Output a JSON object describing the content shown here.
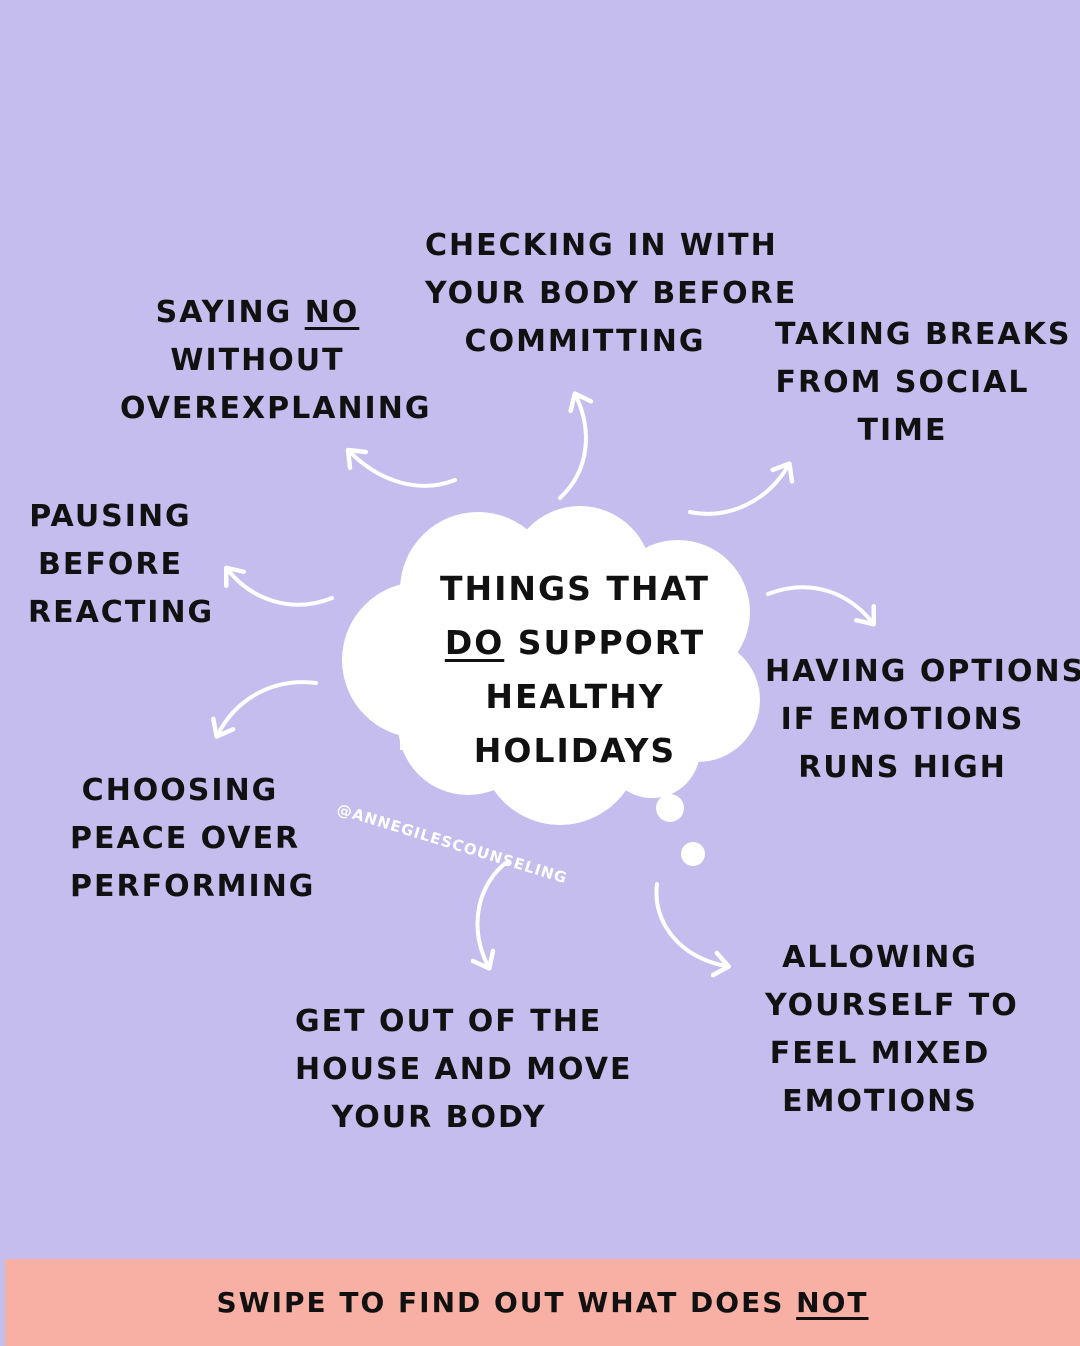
{
  "center": {
    "line1": "THINGS THAT",
    "line2_underlined": "DO",
    "line2_rest": " SUPPORT",
    "line3": "HEALTHY",
    "line4": "HOLIDAYS"
  },
  "handle": "@ANNEGILESCOUNSELING",
  "items": {
    "checking": [
      "CHECKING IN WITH",
      "YOUR BODY BEFORE",
      "COMMITTING"
    ],
    "saying_no": {
      "pre": "SAYING ",
      "underlined": "NO",
      "line2": "WITHOUT",
      "line3": "OVEREXPLANING"
    },
    "taking_breaks": [
      "TAKING BREAKS",
      "FROM SOCIAL",
      "TIME"
    ],
    "pausing": [
      "PAUSING",
      "BEFORE",
      "REACTING"
    ],
    "having_options": [
      "HAVING OPTIONS",
      "IF EMOTIONS",
      "RUNS HIGH"
    ],
    "choosing_peace": [
      "CHOOSING",
      "PEACE OVER",
      "PERFORMING"
    ],
    "get_out": [
      "GET OUT OF THE",
      "HOUSE AND MOVE",
      "YOUR BODY"
    ],
    "allowing": [
      "ALLOWING",
      "YOURSELF TO",
      "FEEL MIXED",
      "EMOTIONS"
    ]
  },
  "footer": {
    "text": "SWIPE TO FIND OUT WHAT DOES ",
    "underlined": "NOT"
  },
  "colors": {
    "background": "#c4bdee",
    "footer": "#f8b0a5",
    "cloud": "#ffffff",
    "text": "#111111"
  }
}
